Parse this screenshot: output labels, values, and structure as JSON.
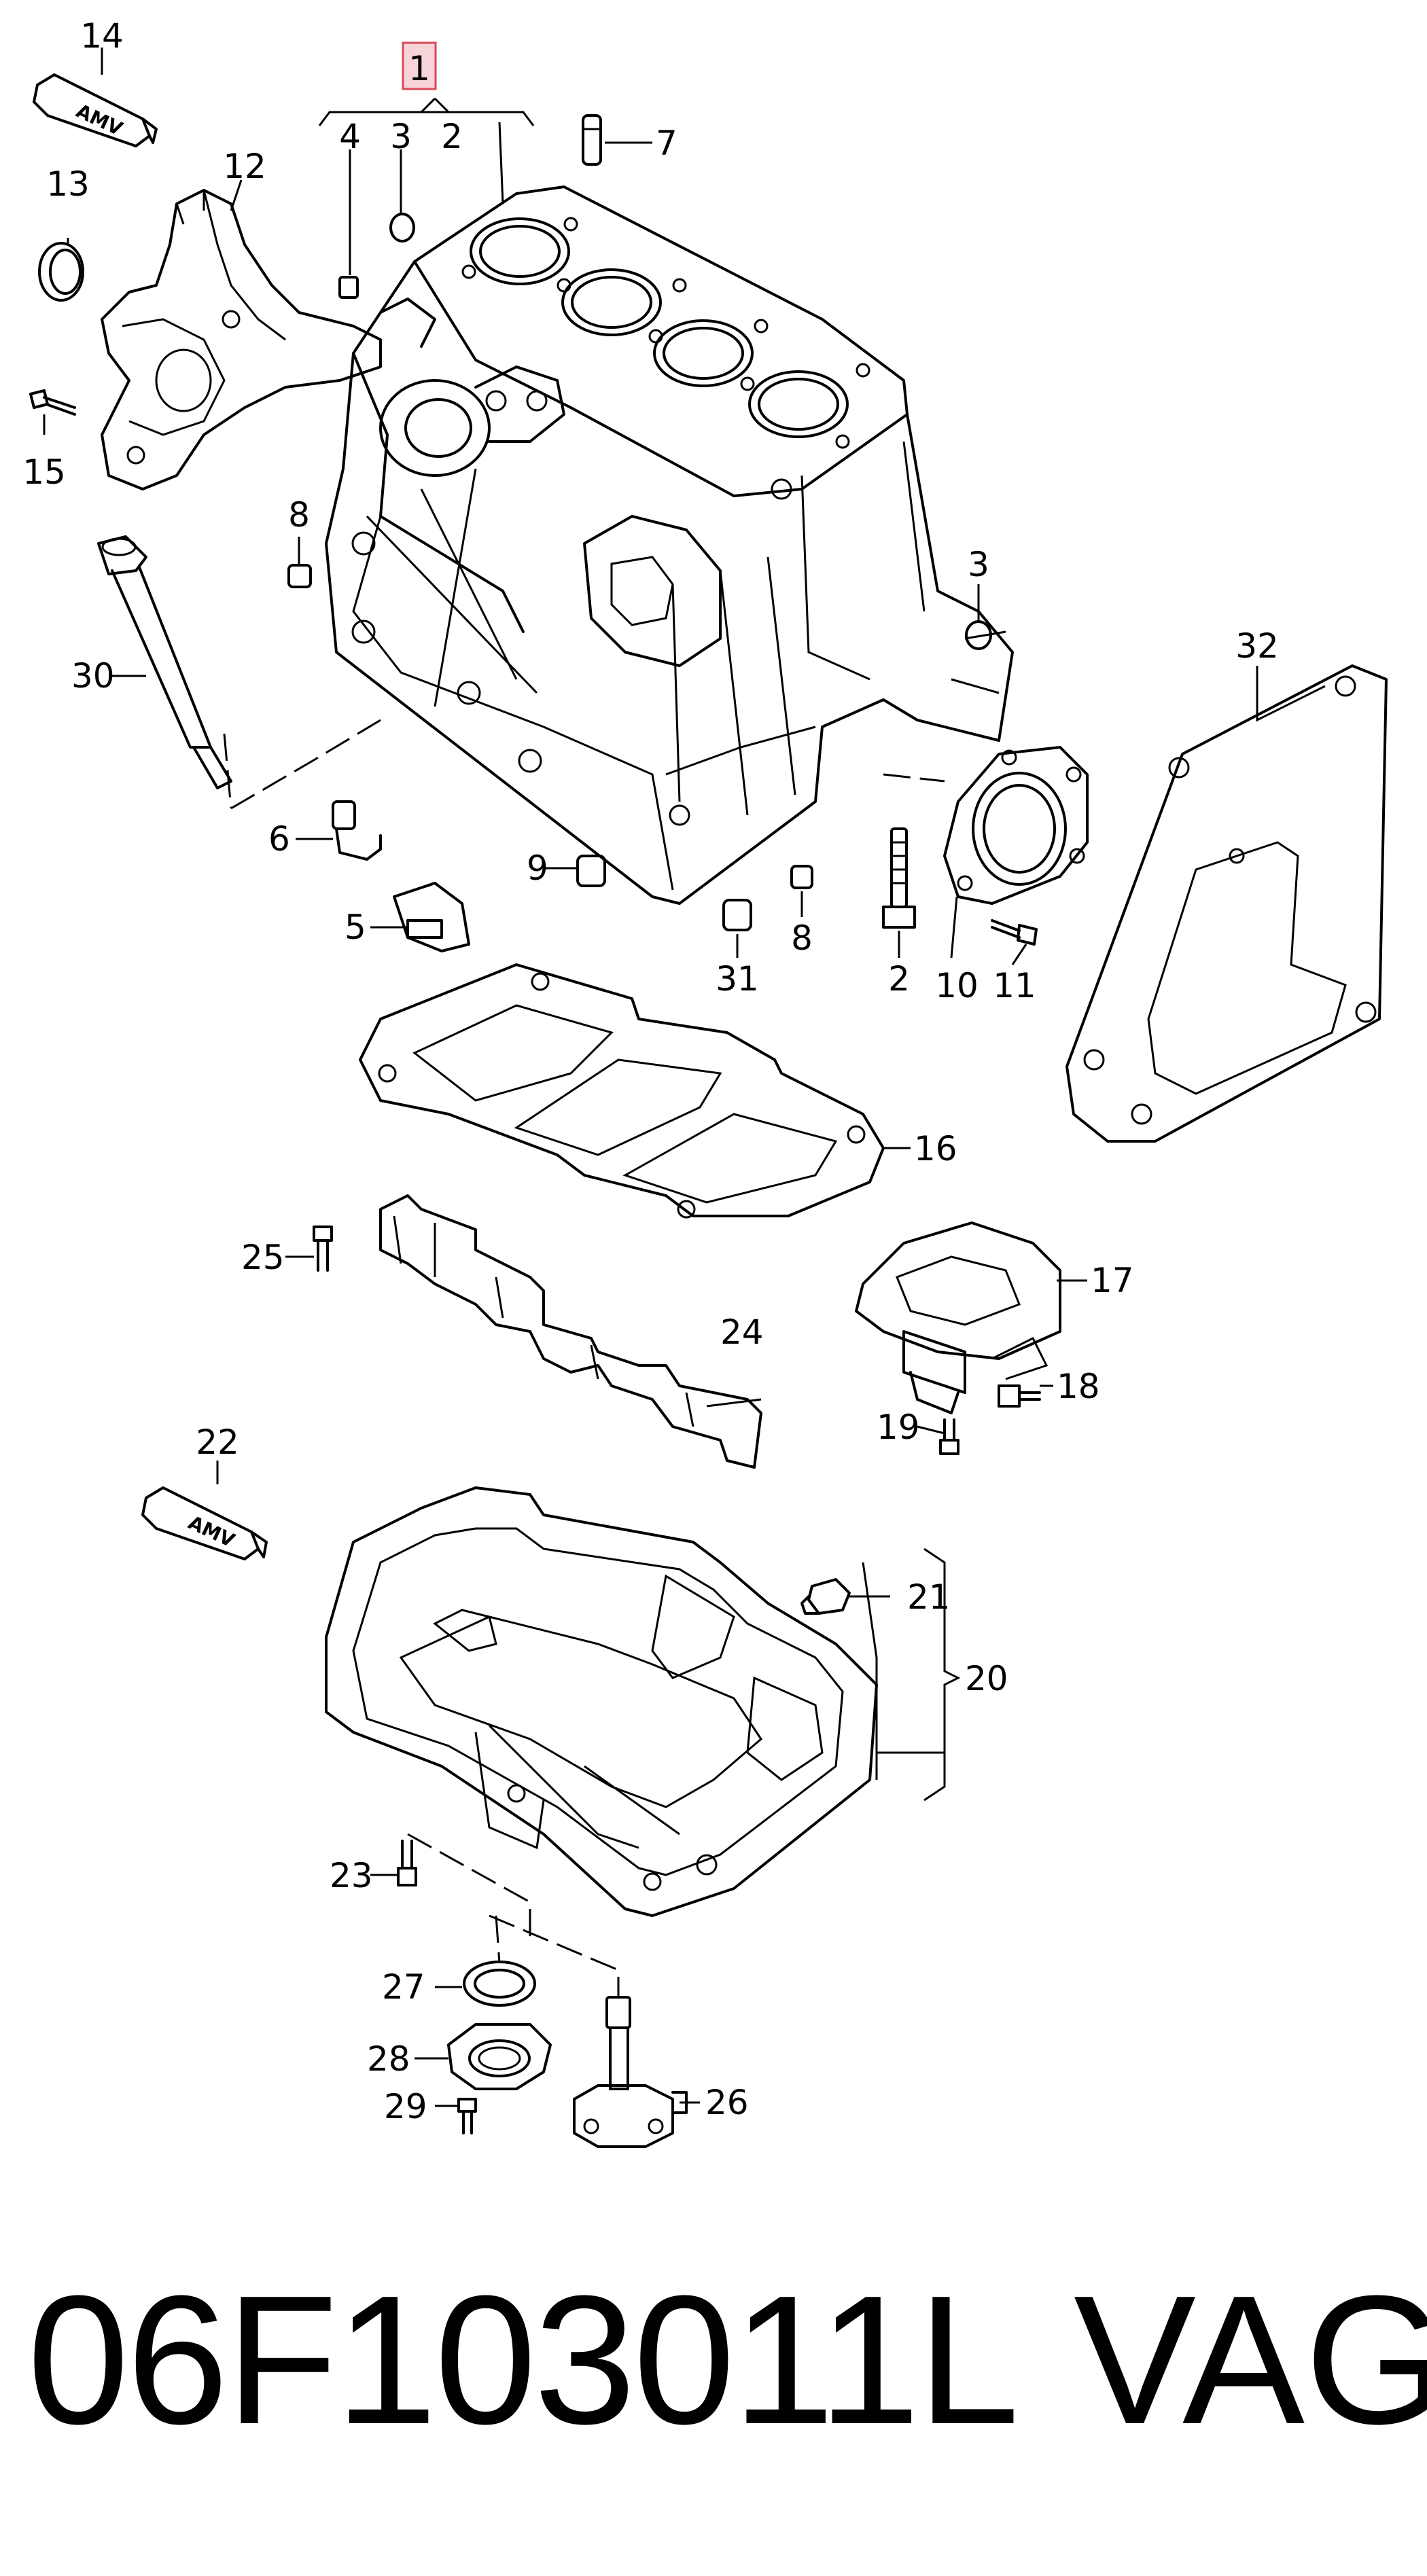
{
  "callouts": {
    "c1": "1",
    "c2a": "2",
    "c2b": "2",
    "c3a": "3",
    "c3b": "3",
    "c4": "4",
    "c5": "5",
    "c6": "6",
    "c7": "7",
    "c8a": "8",
    "c8b": "8",
    "c9": "9",
    "c10": "10",
    "c11": "11",
    "c12": "12",
    "c13": "13",
    "c14": "14",
    "c15": "15",
    "c16": "16",
    "c17": "17",
    "c18": "18",
    "c19": "19",
    "c20": "20",
    "c21": "21",
    "c22": "22",
    "c23": "23",
    "c24": "24",
    "c25": "25",
    "c26": "26",
    "c27": "27",
    "c28": "28",
    "c29": "29",
    "c30": "30",
    "c31": "31",
    "c32": "32"
  },
  "tube_label": "AMV",
  "footer": {
    "part_number": "06F103011L",
    "brand": "VAG"
  },
  "colors": {
    "highlight_fill": "#f7d4d8",
    "highlight_stroke": "#d94a5a",
    "line": "#000000"
  }
}
